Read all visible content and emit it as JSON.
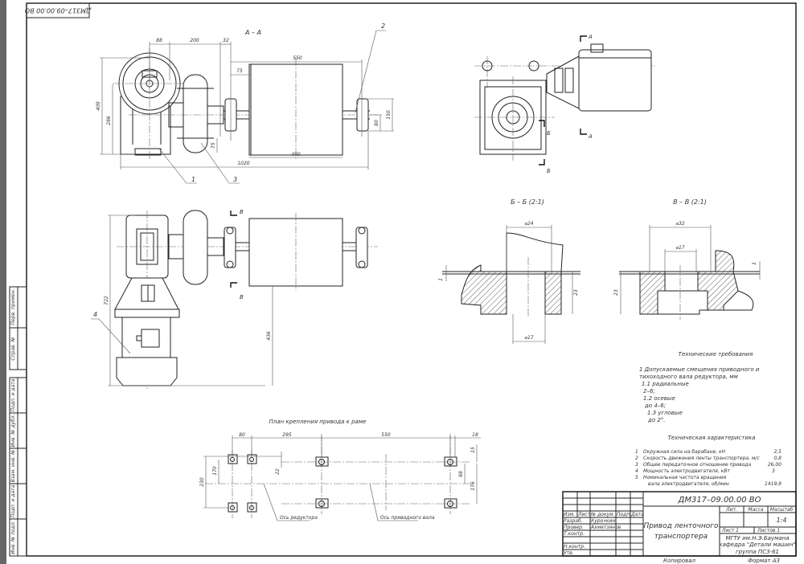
{
  "sheet_code_rotated": "ДМ317–09.00.00 ВО",
  "views": {
    "section_aa": "А – А",
    "section_bb": "Б – Б (2:1)",
    "section_vv": "В – В (2:1)",
    "cut_a": "А",
    "cut_b": "Б",
    "cut_v": "В"
  },
  "callouts": [
    "1",
    "2",
    "3",
    "4"
  ],
  "dimensions_aa": {
    "d88": "88",
    "d200": "200",
    "d32": "32",
    "d550": "550",
    "d75a": "75",
    "d409": "409",
    "d286": "286",
    "d75b": "75",
    "d400": "400",
    "d1020": "1020",
    "d80": "80",
    "d150": "150"
  },
  "dimensions_plan_view": {
    "d722": "722",
    "d436": "436"
  },
  "dimensions_sections": {
    "bb_d24": "⌀24",
    "bb_d17": "⌀17",
    "bb_h": "23",
    "bb_gap": "1",
    "vv_d32": "⌀32",
    "vv_d17": "⌀17",
    "vv_h": "23",
    "vv_gap": "1"
  },
  "tech_requirements": {
    "title": "Технические требования",
    "lines": [
      "1    Допускаемые смещения приводного и",
      "тихоходного вала редуктора, мм",
      "1.1  радиальные",
      "2–6;",
      "1.2  осевые",
      "до 4–6;",
      "1.3    угловые",
      "до 2°."
    ]
  },
  "characteristics": {
    "title": "Техническая характеристика",
    "items": [
      {
        "num": "1",
        "label": "Окружная сила на барабане, кН",
        "value": "2,5"
      },
      {
        "num": "2",
        "label": "Скорость движения ленты транспортера, м/с",
        "value": "0,8"
      },
      {
        "num": "3",
        "label": "Общее передаточное отношение привода",
        "value": "26,00"
      },
      {
        "num": "4",
        "label": "Мощность электродвигателя, кВт",
        "value": "3"
      },
      {
        "num": "5",
        "label": "Номинальная частота вращения",
        "value": ""
      }
    ],
    "item5_cont_label": "вала электродвигателя, об/мин",
    "item5_value": "1419,9"
  },
  "mounting_plan": {
    "title": "План крепления привода к раме",
    "axis_reducer": "Ось редуктора",
    "axis_drive_shaft": "Ось приводного вала",
    "d80": "80",
    "d295": "295",
    "d550": "550",
    "d18": "18",
    "d15": "15",
    "d170": "170",
    "d230": "230",
    "d22": "22",
    "d88": "88",
    "d176": "176"
  },
  "title_block": {
    "code": "ДМ317–09.00.00 ВО",
    "name_line1": "Привод ленточного",
    "name_line2": "транспортера",
    "lit": "Лит.",
    "mass": "Масса",
    "scale_label": "Масштаб",
    "scale": "1:4",
    "sheet": "Лист  1",
    "sheets": "Листов  1",
    "org_line1": "МГТУ им.Н.Э.Баумана",
    "org_line2": "кафедра \"Детали машин\"",
    "org_line3": "группа ПС3-61",
    "copied": "Копировал",
    "format": "Формат   А3",
    "hdr": [
      "Изм.",
      "Лист",
      "№ докум.",
      "Подп.",
      "Дата"
    ],
    "roles": [
      "Разраб.",
      "Провер.",
      "Т.контр.",
      "",
      "Н.контр.",
      "Утв."
    ],
    "names": [
      "Курочкин",
      "Ахметзянов",
      "",
      "",
      "",
      ""
    ]
  },
  "stamp": [
    "Перв. примен.",
    "Справ. №",
    "Подп. и дата",
    "Инв. № дубл.",
    "Взам. инв. №",
    "Подп. и дата",
    "Инв. № подл."
  ]
}
